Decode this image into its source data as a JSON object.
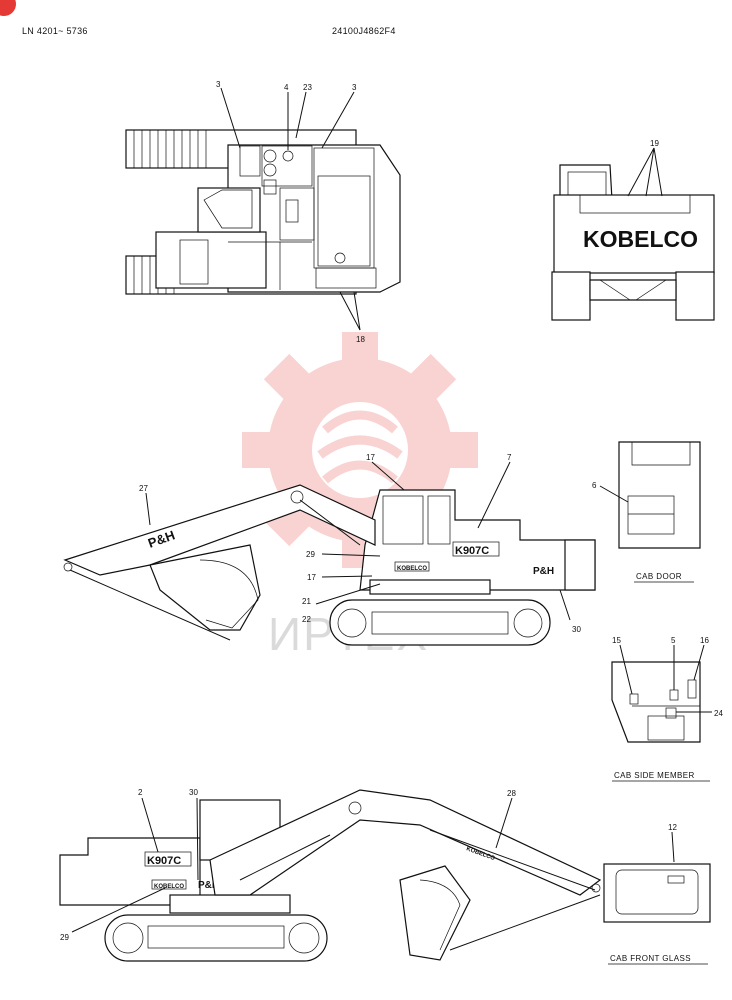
{
  "header": {
    "left": "LN 4201~ 5736",
    "center": "24100J4862F4"
  },
  "brand": {
    "rear_logo": "KOBELCO"
  },
  "decals": {
    "model": "K907C",
    "maker": "P&H",
    "small_logo": "KOBELCO"
  },
  "watermark": {
    "text": "ИРТЕХ",
    "color": "#e53935"
  },
  "callouts": {
    "top_3a": "3",
    "top_4": "4",
    "top_23": "23",
    "top_3b": "3",
    "top_18": "18",
    "rear_19": "19",
    "side_27": "27",
    "side_17a": "17",
    "side_7": "7",
    "side_29": "29",
    "side_17b": "17",
    "side_21": "21",
    "side_22": "22",
    "side_30": "30",
    "door_6": "6",
    "member_15": "15",
    "member_5": "5",
    "member_16": "16",
    "member_24": "24",
    "glass_12": "12",
    "bottom_2": "2",
    "bottom_30": "30",
    "bottom_28": "28",
    "bottom_29": "29"
  },
  "captions": {
    "cab_door": "CAB DOOR",
    "cab_side_member": "CAB SIDE MEMBER",
    "cab_front_glass": "CAB FRONT GLASS"
  }
}
